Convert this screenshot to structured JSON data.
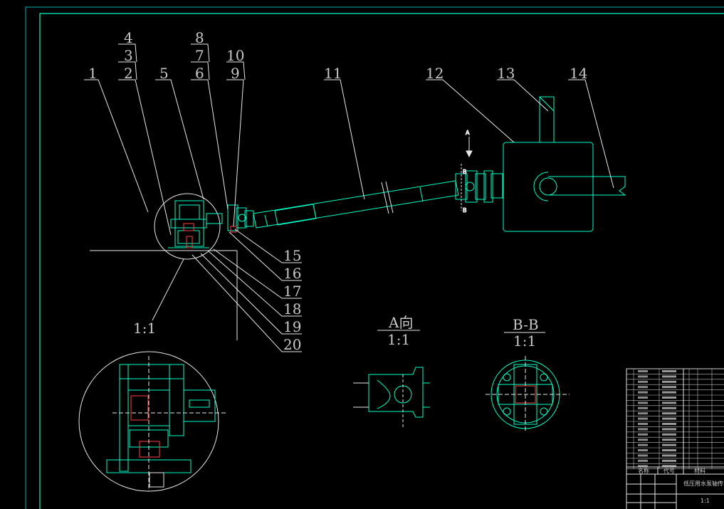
{
  "part_labels": [
    "1",
    "2",
    "3",
    "4",
    "5",
    "6",
    "7",
    "8",
    "9",
    "10",
    "11",
    "12",
    "13",
    "14",
    "15",
    "16",
    "17",
    "18",
    "19",
    "20"
  ],
  "views": {
    "detail_scale": "1:1",
    "view_a_title": "A向",
    "view_a_scale": "1:1",
    "section_title": "B-B",
    "section_scale": "1:1",
    "arrow_letter": "A",
    "section_letter": "B"
  },
  "title_block": {
    "heading": "低压用水泵轴传动",
    "col_left": "名称",
    "col_mid": "代号",
    "col_right": "材料",
    "scale": "1:1"
  },
  "colors": {
    "frame": "#00c8c8",
    "outline": "#00ffc8",
    "leader": "#ffffff",
    "label": "#c8c8c8",
    "accent": "#ff4040"
  }
}
